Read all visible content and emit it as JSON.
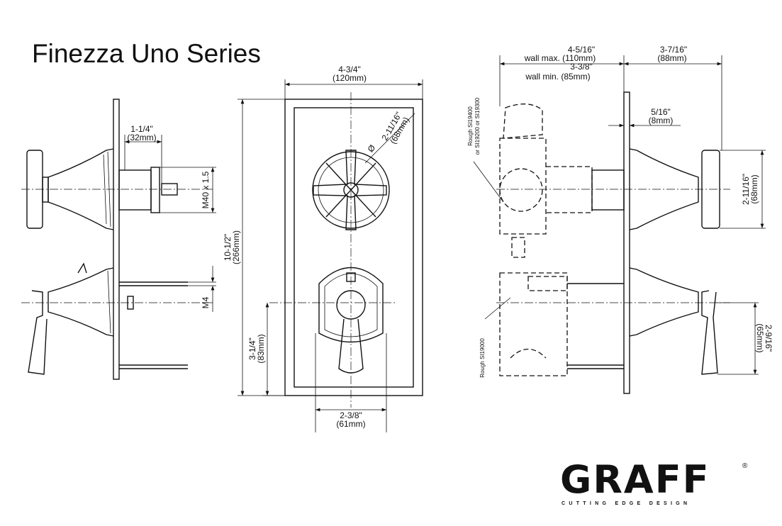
{
  "title": "Finezza Uno Series",
  "side_view": {
    "depth_in": "1-1/4\"",
    "depth_mm": "(32mm)",
    "thread": "M40 x 1.5",
    "screw": "M4"
  },
  "front_view": {
    "width_in": "4-3/4\"",
    "width_mm": "(120mm)",
    "height_in": "10-1/2\"",
    "height_mm": "(266mm)",
    "lever_height_in": "3-1/4\"",
    "lever_height_mm": "(83mm)",
    "handle_width_in": "2-3/8\"",
    "handle_width_mm": "(61mm)",
    "diameter_symbol": "Ø",
    "diameter_in": "2-11/16\"",
    "diameter_mm": "(68mm)"
  },
  "install_view": {
    "wall_max_in": "4-5/16\"",
    "wall_max_label": "wall max. (110mm)",
    "wall_min_in": "3-3/8\"",
    "wall_min_label": "wall min. (85mm)",
    "projection_in": "3-7/16\"",
    "projection_mm": "(88mm)",
    "plate_in": "5/16\"",
    "plate_mm": "(8mm)",
    "handle_dia_in": "2-11/16\"",
    "handle_dia_mm": "(68mm)",
    "lever_in": "2-9/16\"",
    "lever_mm": "(65mm)",
    "rough_upper_1": "Rough SI19400",
    "rough_upper_2": "or SI19200 or SI19300",
    "rough_lower": "Rough SI19000"
  },
  "logo": {
    "brand": "GRAFF",
    "tagline": "CUTTING EDGE DESIGN",
    "registered": "®"
  }
}
